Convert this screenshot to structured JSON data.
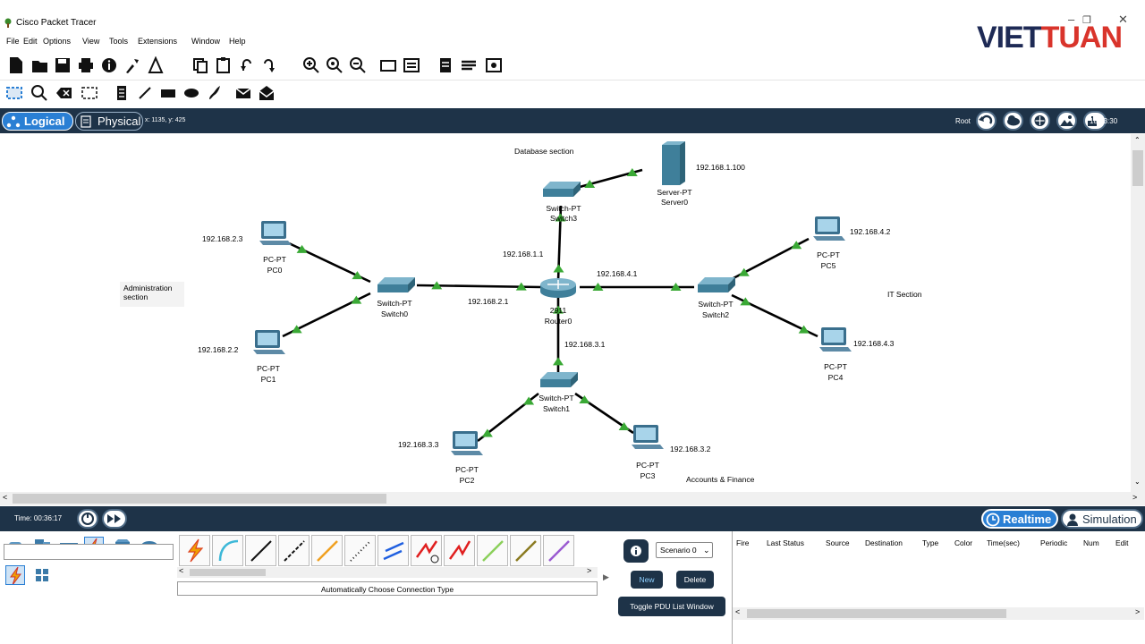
{
  "app": {
    "title": "Cisco Packet Tracer"
  },
  "watermark": {
    "part1": "VIET",
    "part2": "TUAN"
  },
  "menu": [
    "File",
    "Edit",
    "Options",
    "View",
    "Tools",
    "Extensions",
    "Window",
    "Help"
  ],
  "help_glyph": "?",
  "modes": {
    "logical": "Logical",
    "physical": "Physical",
    "coords": "x: 1135, y: 425",
    "root": "Root",
    "clock": "18:33:30"
  },
  "canvas": {
    "sections": {
      "database": "Database section",
      "administration": "Administration\nsection",
      "it": "IT Section",
      "accounts": "Accounts & Finance"
    },
    "devices": {
      "server0": {
        "type": "Server-PT",
        "name": "Server0",
        "ip": "192.168.1.100"
      },
      "switch3": {
        "type": "Switch-PT",
        "name": "Switch3"
      },
      "switch0": {
        "type": "Switch-PT",
        "name": "Switch0"
      },
      "switch1": {
        "type": "Switch-PT",
        "name": "Switch1"
      },
      "switch2": {
        "type": "Switch-PT",
        "name": "Switch2"
      },
      "router0": {
        "type": "2911",
        "name": "Router0"
      },
      "pc0": {
        "type": "PC-PT",
        "name": "PC0",
        "ip": "192.168.2.3"
      },
      "pc1": {
        "type": "PC-PT",
        "name": "PC1",
        "ip": "192.168.2.2"
      },
      "pc2": {
        "type": "PC-PT",
        "name": "PC2",
        "ip": "192.168.3.3"
      },
      "pc3": {
        "type": "PC-PT",
        "name": "PC3",
        "ip": "192.168.3.2"
      },
      "pc4": {
        "type": "PC-PT",
        "name": "PC4",
        "ip": "192.168.4.3"
      },
      "pc5": {
        "type": "PC-PT",
        "name": "PC5",
        "ip": "192.168.4.2"
      }
    },
    "router_ips": {
      "g1": "192.168.1.1",
      "g2": "192.168.2.1",
      "g3": "192.168.3.1",
      "g4": "192.168.4.1"
    }
  },
  "bottom": {
    "time": "Time: 00:36:17",
    "realtime": "Realtime",
    "simulation": "Simulation",
    "auto_connection": "Automatically Choose Connection Type",
    "scenario": "Scenario 0",
    "new_label": "New",
    "delete_label": "Delete",
    "toggle_pdu": "Toggle PDU List Window",
    "event_columns": [
      "Fire",
      "Last Status",
      "Source",
      "Destination",
      "Type",
      "Color",
      "Time(sec)",
      "Periodic",
      "Num",
      "Edit"
    ]
  },
  "colors": {
    "link": "#000000",
    "port_up": "#3aa935",
    "topbar": "#1e3348",
    "accent": "#2a7fd4"
  }
}
